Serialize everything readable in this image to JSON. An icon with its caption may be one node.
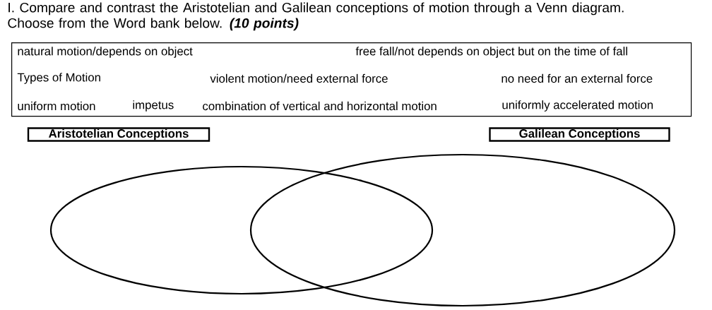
{
  "diagram": {
    "title": "I. Compare and contrast the Aristotelian and Galilean conceptions of motion through a Venn diagram. Choose from the Word bank below.",
    "nodes": [
      {
        "text": [
          "natural motion/depends on object",
          "free fall/not depends on object but on the time of fall",
          "Types of Motion",
          "violent motion/need external force",
          "no need for an external force",
          "uniform motion",
          "impetus",
          "combination of vertical and horizontal motion",
          "uniformly accelerated motion"
        ]
      },
      {
        "text": [
          "Aristotelian Conceptions"
        ]
      },
      {
        "text": [
          "Galilean Conceptions"
        ]
      },
      {
        "text": [],
        "shape": "ellipse"
      },
      {
        "text": [],
        "shape": "ellipse"
      }
    ],
    "labels": [
      "(10 points)"
    ]
  }
}
